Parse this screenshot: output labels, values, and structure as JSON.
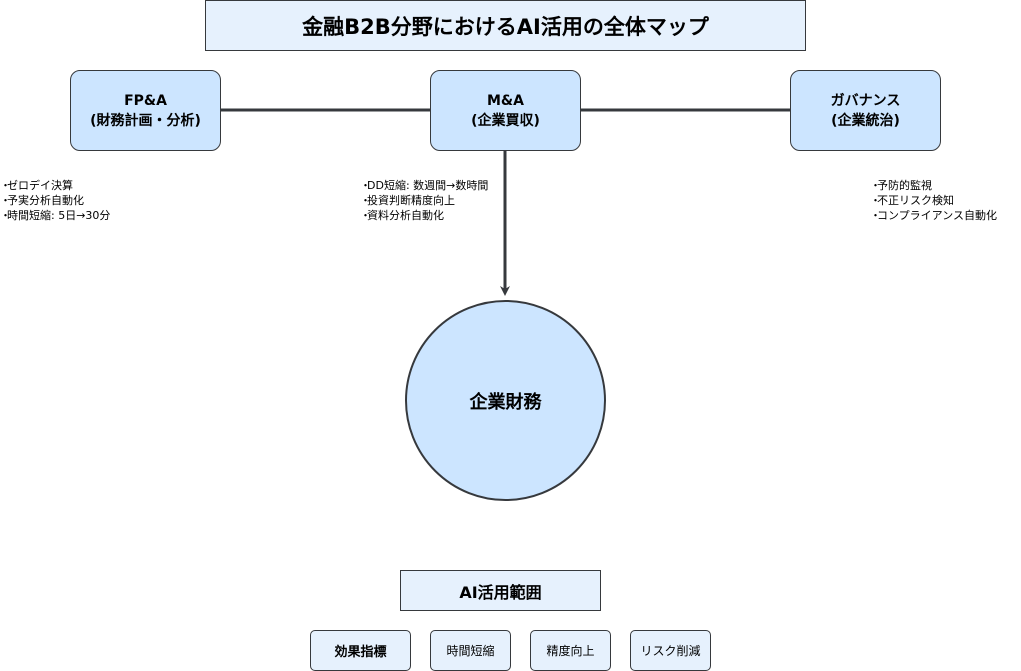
{
  "title": "金融B2B分野におけるAI活用の全体マップ",
  "nodes": {
    "fpa": {
      "line1": "FP&A",
      "line2": "(財務計画・分析)"
    },
    "ma": {
      "line1": "M&A",
      "line2": "(企業買収)"
    },
    "governance": {
      "line1": "ガバナンス",
      "line2": "(企業統治)"
    }
  },
  "notes": {
    "fpa": [
      "ゼロデイ決算",
      "予実分析自動化",
      "時間短縮: 5日→30分"
    ],
    "ma": [
      "DD短縮: 数週間→数時間",
      "投資判断精度向上",
      "資料分析自動化"
    ],
    "governance": [
      "予防的監視",
      "不正リスク検知",
      "コンプライアンス自動化"
    ]
  },
  "center": "企業財務",
  "scope_title": "AI活用範囲",
  "metrics": [
    "効果指標",
    "時間短縮",
    "精度向上",
    "リスク削減"
  ],
  "colors": {
    "node_fill": "#cce5ff",
    "header_fill": "#e6f1fd",
    "stroke": "#36393d"
  }
}
